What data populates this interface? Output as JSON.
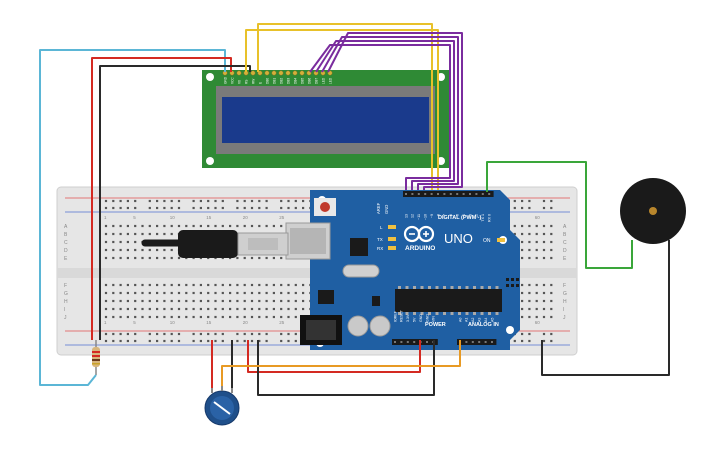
{
  "arduino": {
    "brand": "ARDUINO",
    "model": "UNO",
    "digital_label": "DIGITAL (PWM~)",
    "power_label": "POWER",
    "analog_label": "ANALOG IN",
    "on_label": "ON",
    "l_label": "L",
    "tx_label": "TX",
    "rx_label": "RX",
    "aref_label": "AREF",
    "gnd_label": "GND",
    "digital_pins": [
      "13",
      "12",
      "~11",
      "~10",
      "~9",
      "8",
      "7",
      "~6",
      "~5",
      "4",
      "~3",
      "2",
      "TX 1",
      "RX 0"
    ],
    "power_pins": [
      "IOREF",
      "RESET",
      "3.3V",
      "5V",
      "GND",
      "GND",
      "VIN"
    ],
    "analog_pins": [
      "A0",
      "A1",
      "A2",
      "A3",
      "A4",
      "A5"
    ]
  },
  "breadboard": {
    "row_letters_top": [
      "A",
      "B",
      "C",
      "D",
      "E"
    ],
    "row_letters_bottom": [
      "F",
      "G",
      "H",
      "I",
      "J"
    ],
    "column_numbers": [
      "1",
      "5",
      "10",
      "15",
      "20",
      "25",
      "30",
      "35",
      "40",
      "45",
      "50",
      "55",
      "60"
    ]
  },
  "lcd": {
    "pin_labels": [
      "GND",
      "VCC",
      "V0",
      "RS",
      "RW",
      "E",
      "DB0",
      "DB1",
      "DB2",
      "DB3",
      "DB4",
      "DB5",
      "DB6",
      "DB7",
      "LED",
      "LED"
    ],
    "screen_color": "#1a3a8c",
    "pcb_color": "#2f8a35"
  },
  "colors": {
    "wire_red": "#d42a22",
    "wire_black": "#2a2a2a",
    "wire_yellow": "#e8c12a",
    "wire_purple": "#7a2c9e",
    "wire_cyan": "#5bb6d6",
    "wire_green": "#3aa63a",
    "wire_orange": "#e89a24",
    "arduino_blue": "#1f5fa3"
  }
}
